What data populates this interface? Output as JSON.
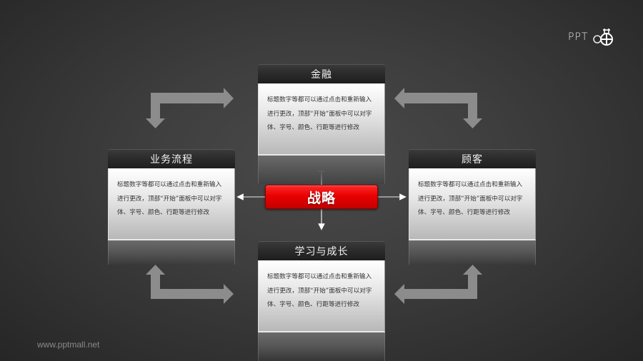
{
  "logo": {
    "text": "PPT",
    "mark": "ppt-yan-logo"
  },
  "footer": {
    "url": "www.pptmall.net"
  },
  "center": {
    "label": "战略",
    "color": "#e80000"
  },
  "cards": {
    "top": {
      "title": "金融",
      "body": "标题数字等都可以通过点击和重新输入进行更改，顶部“开始”面板中可以对字体、字号、颜色、行距等进行修改"
    },
    "left": {
      "title": "业务流程",
      "body": "标题数字等都可以通过点击和重新输入进行更改，顶部“开始”面板中可以对字体、字号、颜色、行距等进行修改"
    },
    "right": {
      "title": "顾客",
      "body": "标题数字等都可以通过点击和重新输入进行更改，顶部“开始”面板中可以对字体、字号、颜色、行距等进行修改"
    },
    "bottom": {
      "title": "学习与成长",
      "body": "标题数字等都可以通过点击和重新输入进行更改，顶部“开始”面板中可以对字体、字号、颜色、行距等进行修改"
    }
  },
  "connectors": {
    "elbow_arrows": [
      "top-left: right & down",
      "top-right: left & down",
      "bottom-left: up & right",
      "bottom-right: up & left"
    ],
    "arrow_color": "#8c8c8c",
    "cross_arrows": [
      "up",
      "down",
      "left",
      "right"
    ]
  },
  "colors": {
    "background": "#3c3c3c",
    "header": "#2a2a2a",
    "accent_red": "#e80000"
  }
}
